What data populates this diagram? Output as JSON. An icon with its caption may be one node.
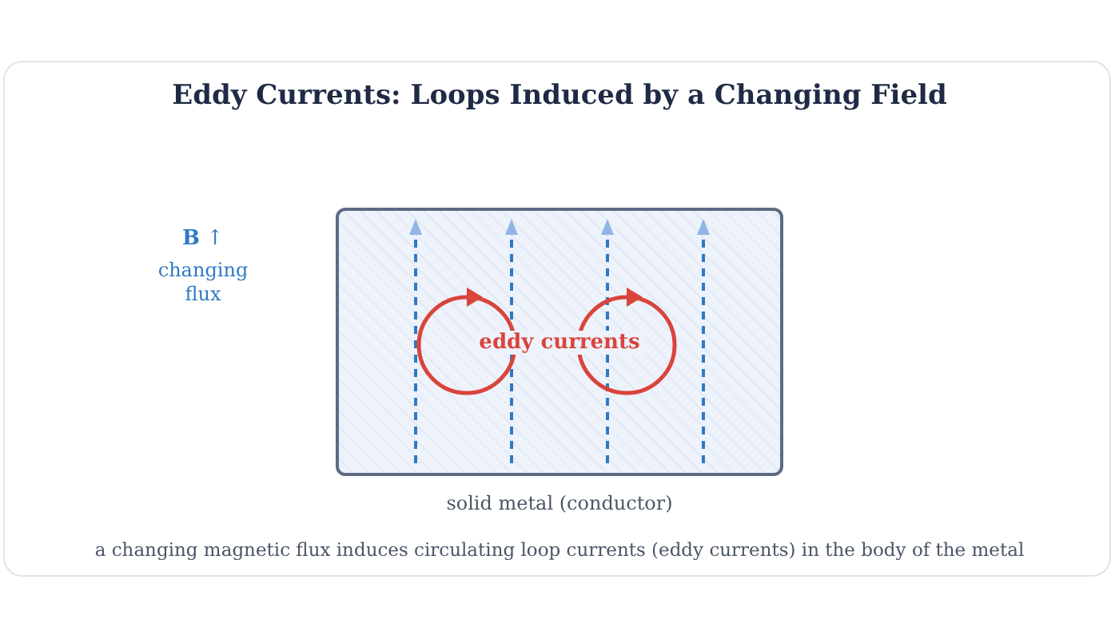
{
  "diagram": {
    "title": "Eddy Currents: Loops Induced by a Changing Field",
    "caption": "a changing magnetic flux induces circulating loop currents (eddy currents) in the body of the metal",
    "nodes": [
      {
        "text": [],
        "shape": "box",
        "beside": [
          "solid metal (conductor)"
        ]
      }
    ],
    "labels": [
      "**B** ↑",
      "changing flux",
      "eddy currents"
    ]
  }
}
